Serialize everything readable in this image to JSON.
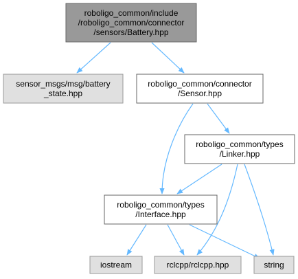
{
  "diagram": {
    "type": "include-dependency-graph",
    "colors": {
      "root_fill": "#999999",
      "root_border": "#666666",
      "external_fill": "#e0e0e0",
      "external_border": "#999999",
      "local_fill": "#ffffff",
      "local_border": "#666666",
      "edge": "#63b8ff"
    },
    "nodes": {
      "battery": {
        "kind": "root",
        "lines": [
          "roboligo_common/include",
          "/roboligo_common/connector",
          "/sensors/Battery.hpp"
        ]
      },
      "battery_state": {
        "kind": "external",
        "lines": [
          "sensor_msgs/msg/battery",
          "_state.hpp"
        ]
      },
      "sensor": {
        "kind": "local",
        "lines": [
          "roboligo_common/connector",
          "/Sensor.hpp"
        ]
      },
      "linker": {
        "kind": "local",
        "lines": [
          "roboligo_common/types",
          "/Linker.hpp"
        ]
      },
      "interface": {
        "kind": "local",
        "lines": [
          "roboligo_common/types",
          "/Interface.hpp"
        ]
      },
      "iostream": {
        "kind": "external",
        "lines": [
          "iostream"
        ]
      },
      "rclcpp": {
        "kind": "external",
        "lines": [
          "rclcpp/rclcpp.hpp"
        ]
      },
      "string": {
        "kind": "external",
        "lines": [
          "string"
        ]
      }
    },
    "edges": [
      {
        "from": "battery",
        "to": "battery_state"
      },
      {
        "from": "battery",
        "to": "sensor"
      },
      {
        "from": "sensor",
        "to": "linker"
      },
      {
        "from": "sensor",
        "to": "interface"
      },
      {
        "from": "linker",
        "to": "interface"
      },
      {
        "from": "linker",
        "to": "rclcpp"
      },
      {
        "from": "linker",
        "to": "string"
      },
      {
        "from": "interface",
        "to": "iostream"
      },
      {
        "from": "interface",
        "to": "rclcpp"
      },
      {
        "from": "interface",
        "to": "string"
      }
    ]
  }
}
